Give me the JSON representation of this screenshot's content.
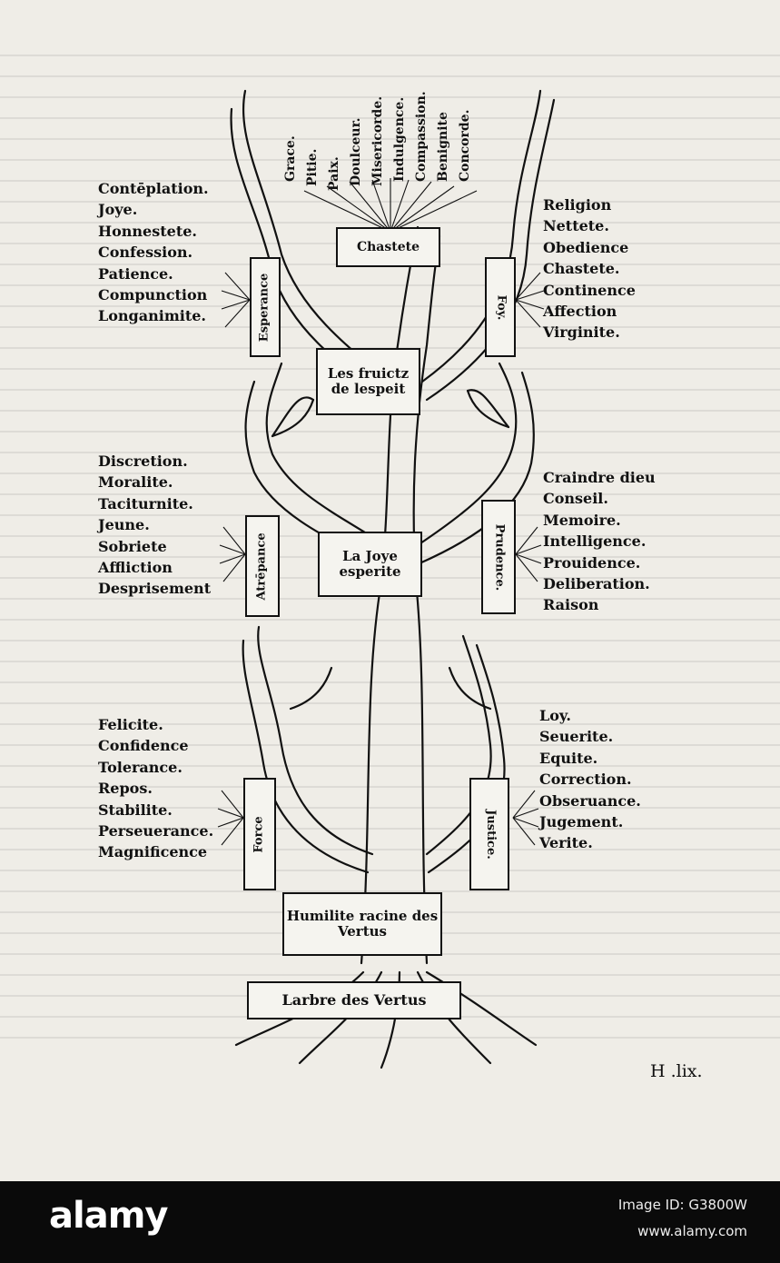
{
  "scrolls": {
    "root_title": "Larbre des Vertus",
    "root": "Humilite racine des Vertus",
    "charity": "Les fruictz de lespeit",
    "joy": "La Joye esperite",
    "chastity": "Chastete",
    "hope": "Esperance",
    "faith": "Foy.",
    "temperance": "Atrēpance",
    "prudence": "Prudence.",
    "force": "Force",
    "justice": "Justice."
  },
  "lists": {
    "top_fan": [
      "Grace.",
      "Pitie.",
      "Paix.",
      "Doulceur.",
      "Misericorde.",
      "Indulgence.",
      "Compassion.",
      "Benignite",
      "Concorde."
    ],
    "hope": [
      "Contēplation.",
      "Joye.",
      "Honnestete.",
      "Confession.",
      "Patience.",
      "Compunction",
      "Longanimite."
    ],
    "faith": [
      "Religion",
      "Nettete.",
      "Obedience",
      "Chastete.",
      "Continence",
      "Affection",
      "Virginite."
    ],
    "temperance": [
      "Discretion.",
      "Moralite.",
      "Taciturnite.",
      "Jeune.",
      "Sobriete",
      "Affliction",
      "Desprisement"
    ],
    "prudence": [
      "Craindre dieu",
      "Conseil.",
      "Memoire.",
      "Intelligence.",
      "Prouidence.",
      "Deliberation.",
      "Raison"
    ],
    "force": [
      "Felicite.",
      "Confidence",
      "Tolerance.",
      "Repos.",
      "Stabilite.",
      "Perseuerance.",
      "Magnificence"
    ],
    "justice": [
      "Loy.",
      "Seuerite.",
      "Equite.",
      "Correction.",
      "Obseruance.",
      "Jugement.",
      "Verite."
    ]
  },
  "folio": "H .lix.",
  "watermark": {
    "logo": "alamy",
    "id": "Image ID: G3800W",
    "site": "www.alamy.com"
  },
  "colors": {
    "ink": "#111111",
    "paper": "#efede7",
    "bar": "#0a0a0a"
  }
}
